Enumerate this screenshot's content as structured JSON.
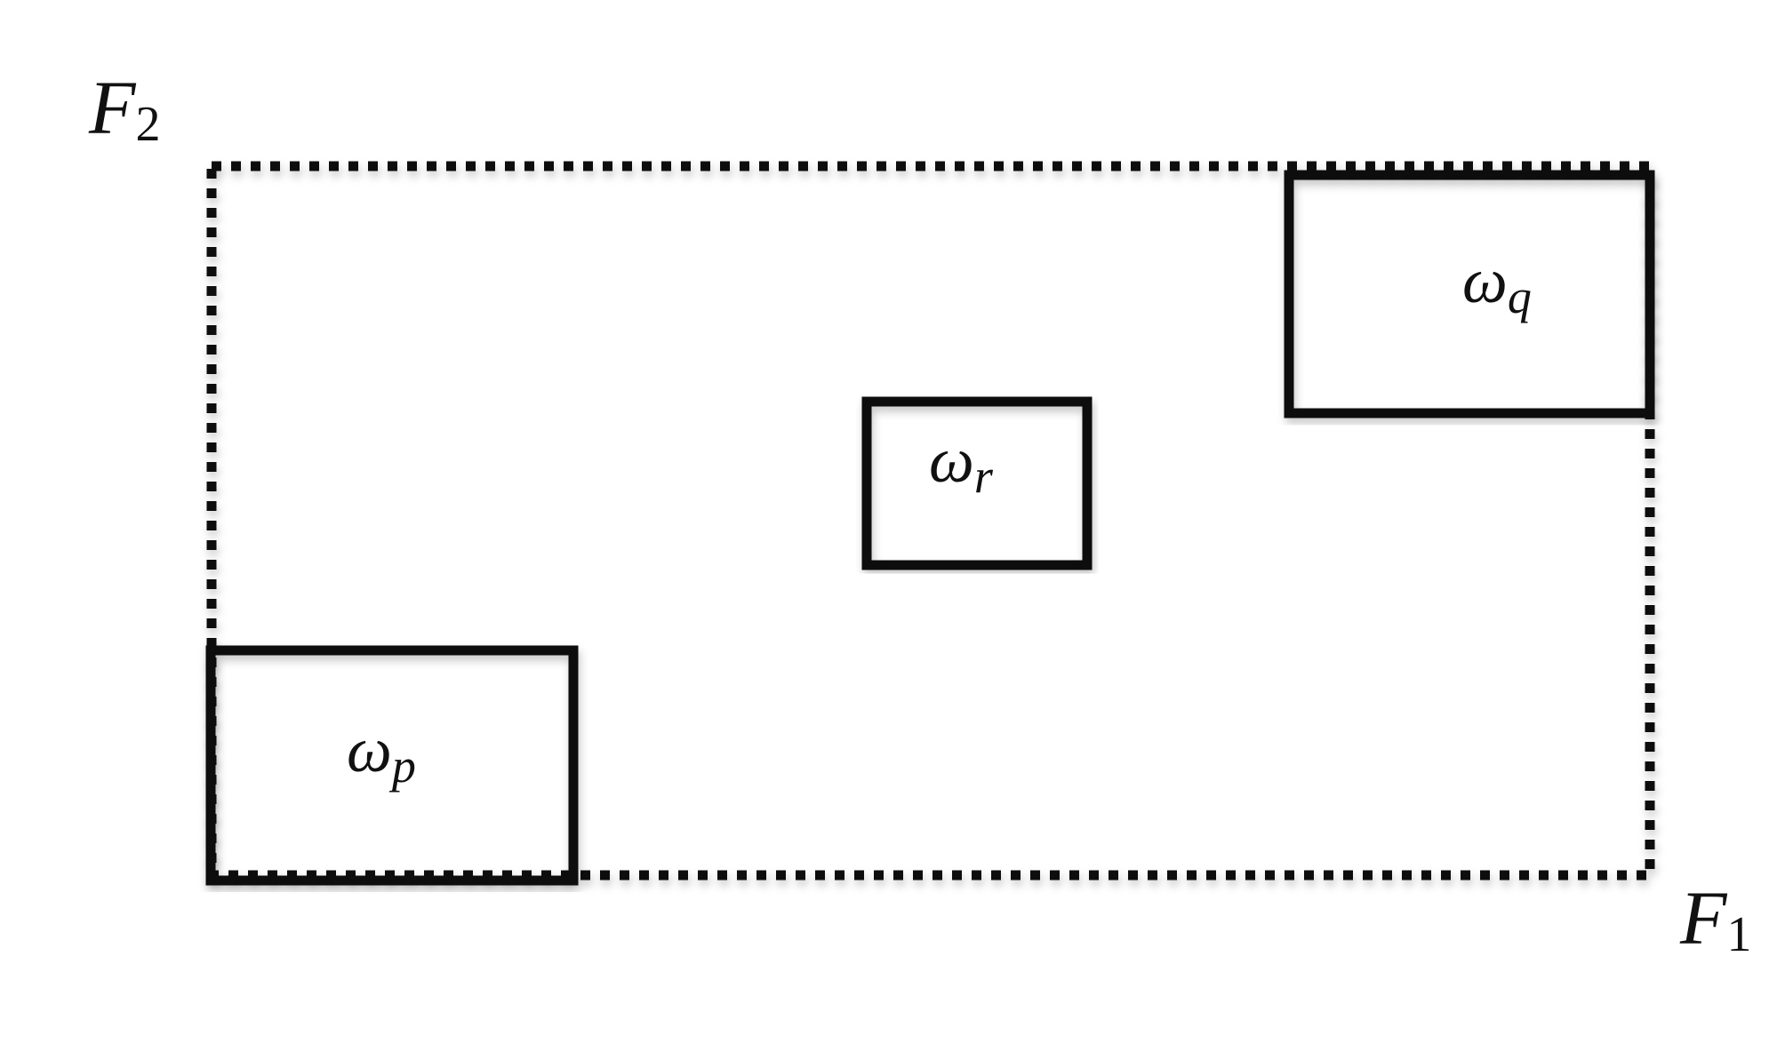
{
  "axes": {
    "x_label_main": "F",
    "x_label_sub": "1",
    "y_label_main": "F",
    "y_label_sub": "2"
  },
  "regions": {
    "p": {
      "symbol": "ω",
      "sub": "p"
    },
    "q": {
      "symbol": "ω",
      "sub": "q"
    },
    "r": {
      "symbol": "ω",
      "sub": "r"
    }
  },
  "colors": {
    "ink": "#111111",
    "background": "#ffffff"
  }
}
